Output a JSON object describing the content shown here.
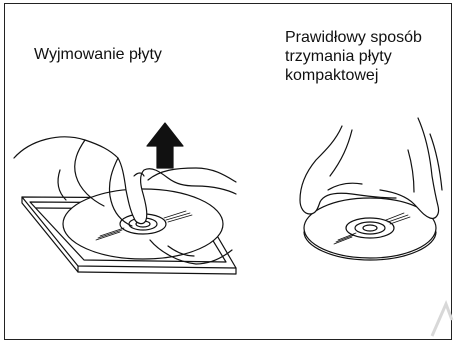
{
  "left_panel": {
    "caption": "Wyjmowanie płyty",
    "icon": "hand-removing-cd-from-case"
  },
  "right_panel": {
    "caption_lines": [
      "Prawidłowy sposób",
      "trzymania płyty",
      "kompaktowej"
    ],
    "icon": "hands-holding-cd-by-edges"
  },
  "colors": {
    "line": "#111111",
    "border": "#222222",
    "background": "#ffffff"
  }
}
